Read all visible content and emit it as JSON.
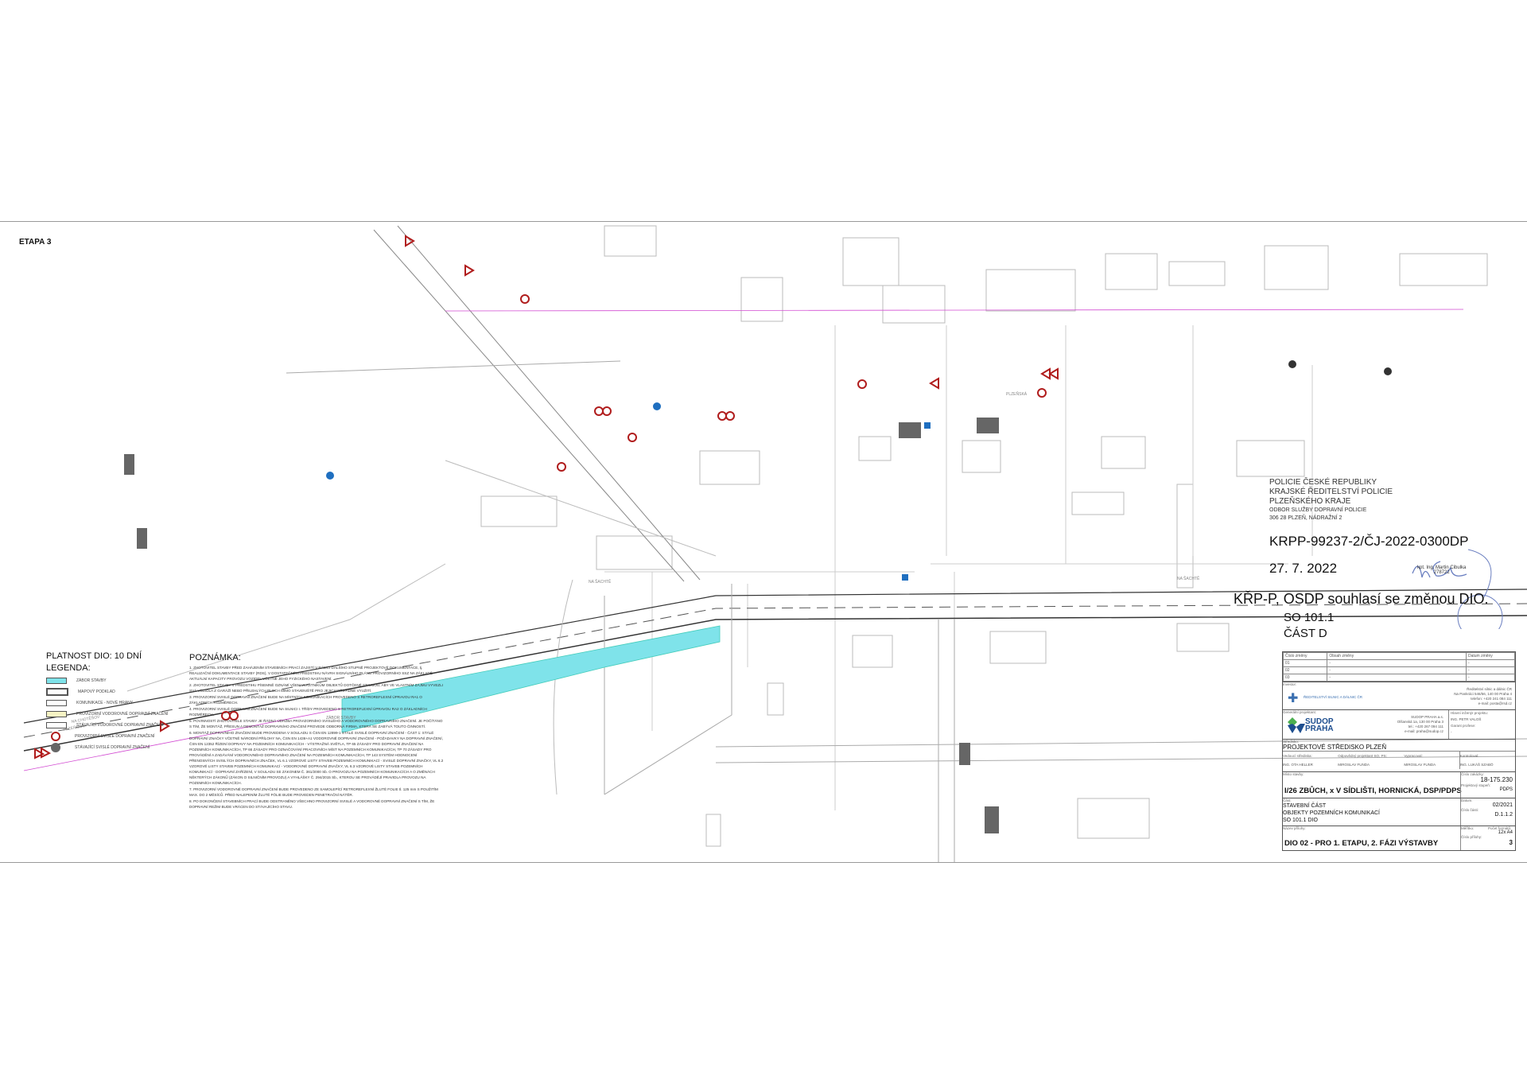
{
  "sheet": {
    "etapa": "ETAPA 3"
  },
  "map": {
    "roads": [
      "PLZEŇSKÁ",
      "NA CHOTĚŠOV",
      "NA ŠACHTĚ",
      "NA ŠACHTĚ",
      "ZÁBOR STAVBY"
    ],
    "colors": {
      "zabor": "#7fe3ea",
      "sign_red": "#b01c1c",
      "dim": "#d24bd2",
      "blue": "#1f6fc0"
    }
  },
  "legend": {
    "validity": "PLATNOST DIO:  10 DNÍ",
    "title": "LEGENDA:",
    "items": [
      "ZÁBOR STAVBY",
      "MAPOVÝ PODKLAD",
      "KOMUNIKACE - NOVÉ HRANY",
      "PROVIZORNÍ VODOROVNÉ DOPRAVNÍ ZNAČENÍ",
      "STÁVAJÍCÍ VODOROVNÉ DOPRAVNÍ ZNAČENÍ",
      "PROVIZORNÍ SVISLÉ DOPRAVNÍ ZNAČENÍ",
      "STÁVAJÍCÍ SVISLÉ DOPRAVNÍ ZNAČENÍ"
    ]
  },
  "notes": {
    "title": "POZNÁMKA:",
    "items": [
      "1. ZHOTOVITEL STAVBY PŘED ZAHÁJENÍM STAVEBNÍCH PRACÍ ZAJISTÍ V RÁMCI DALŠÍHO STUPNĚ PROJEKTOVÉ DOKUMENTACE, tj. REALIZAČNÍ DOKUMENTACE STAVBY (RDS), V DOSTATEČNÉM PŘEDSTIHU NÁVRH SIGNÁLNÍHO PLÁNU PROVIZORNÍHO SSZ NA ZÁKLADĚ AKTUÁLNÍ KAPACITY PROVOZU VOZIDEL VČETNĚ JEHO FYZICKÉHO NASTAVENÍ.",
      "2. ZHOTOVITEL STAVBY V PŘEDSTIHU PÍSEMNĚ OZNÁMÍ VŠEM VLASTNÍKŮM OBJEKTŮ DOTČENÉ STAVBOU, ABY VE VLASTNÍM ZÁJMU VYVEZLI SVÁ VOZIDLA Z GARÁŽÍ NEBO PŘILEHLÝCH PLOCH MIMO STAVENIŠTĚ PRO JEJICH PŘÍPADNÉ VYUŽITÍ.",
      "3. PROVIZORNÍ SVISLÉ DOPRAVNÍ ZNAČENÍ BUDE NA MÍSTNÍCH KOMUNIKACÍCH PROVEDENO S RETROREFLEXNÍ ÚPRAVOU RA1 O ZÁKLADNÍCH ROZMĚRECH.",
      "4. PROVIZORNÍ SVISLÉ DOPRAVNÍ ZNAČENÍ BUDE NA SILNICI I. TŘÍDY PROVEDENO S RETROREFLEXNÍ ÚPRAVOU RA2 O ZÁKLADNÍCH ROZMĚRECH.",
      "5. POVINNOSTÍ ZHOTOVITELE STAVBY JE ŘÁDNÁ ÚDRŽBA PROVIZORNÍHO SVISLÉHO A VODOROVNÉHO DOPRAVNÍHO ZNAČENÍ. JE POČÍTÁNO S TÍM, ŽE MONTÁŽ, PŘESUN A DEMONTÁŽ DOPRAVNÍHO ZNAČENÍ PROVEDE ODBORNÁ FIRMA, KTERÁ SE ZABÝVÁ TOUTO ČINNOSTÍ.",
      "6. MONTÁŽ DOPRAVNÍHO ZNAČENÍ BUDE PROVEDENA V SOULADU S ČSN EN 12899-1 STÁLÉ SVISLÉ DOPRAVNÍ ZNAČENÍ - ČÁST 1: STÁLÉ DOPRAVNÍ ZNAČKY VČETNĚ NÁRODNÍ PŘÍLOHY NA, ČSN EN 1436+A1 VODOROVNÉ DOPRAVNÍ ZNAČENÍ - POŽADAVKY NA DOPRAVNÍ ZNAČENÍ, ČSN EN 12352 ŘÍZENÍ DOPRAVY NA POZEMNÍCH KOMUNIKACÍCH - VÝSTRAŽNÁ SVĚTLA, TP 65 ZÁSADY PRO DOPRAVNÍ ZNAČENÍ NA POZEMNÍCH KOMUNIKACÍCH, TP 66 ZÁSADY PRO OZNAČOVÁNÍ PRACOVNÍCH MÍST NA POZEMNÍCH KOMUNIKACÍCH, TP 70 ZÁSADY PRO PROVÁDĚNÍ A ZADÁVÁNÍ VODOROVNÉHO DOPRAVNÍHO ZNAČENÍ NA POZEMNÍCH KOMUNIKACÍCH, TP 143 SYSTÉM HODNOCENÍ PŘENOSNÝCH SVISLÝCH DOPRAVNÍCH ZNAČEK, VL 6.1 VZOROVÉ LISTY STAVEB POZEMNÍCH KOMUNIKACÍ - SVISLÉ DOPRAVNÍ ZNAČKY, VL 6.2 VZOROVÉ LISTY STAVEB POZEMNÍCH KOMUNIKACÍ - VODOROVNÉ DOPRAVNÍ ZNAČKY, VL 6.3 VZOROVÉ LISTY STAVEB POZEMNÍCH KOMUNIKACÍ - DOPRAVNÍ ZAŘÍZENÍ, V SOULADU SE ZÁKONEM Č. 361/2000 Sb. O PROVOZU NA POZEMNÍCH KOMUNIKACÍCH A O ZMĚNÁCH NĚKTERÝCH ZÁKONŮ (ZÁKON O SILNIČNÍM PROVOZU) A VYHLÁŠKY Č. 294/2015 Sb., KTEROU SE PROVÁDĚJÍ PRAVIDLA PROVOZU NA POZEMNÍCH KOMUNIKACÍCH.",
      "7. PROVIZORNÍ VODOROVNÉ DOPRAVNÍ ZNAČENÍ BUDE PROVEDENO ZE SAMOLEPÍCÍ RETROREFLEXNÍ ŽLUTÉ FOLIE tl. 125 mm S POUŽITÍM MAX. DO 2 MĚSÍCŮ. PŘED NALEPENÍM ŽLUTÉ FÓLIE BUDE PROVEDEN PENETRAČNÍ NÁTĚR.",
      "8. PO DOKONČENÍ STAVEBNÍCH PRACÍ BUDE ODSTRANĚNO VŠECHNO PROVIZORNÍ SVISLÉ A VODOROVNÉ DOPRAVNÍ ZNAČENÍ S TÍM, ŽE DOPRAVNÍ REŽIM BUDE VRÁCEN DO STÁVAJÍCÍHO STAVU."
    ]
  },
  "stamp": {
    "org": [
      "POLICIE ČESKÉ REPUBLIKY",
      "KRAJSKÉ ŘEDITELSTVÍ POLICIE",
      "PLZEŇSKÉHO KRAJE"
    ],
    "dept": [
      "ODBOR SLUŽBY DOPRAVNÍ POLICIE",
      "306 28 PLZEŇ, NÁDRAŽNÍ 2"
    ],
    "ref": "KRPP-99237-2/ČJ-2022-0300DP",
    "date": "27. 7. 2022",
    "signer": "kpt. Ing. Martin Cibulka",
    "signer_id": "278722",
    "agree": "KŘP-P, OSDP souhlasí se změnou DIO.",
    "so": "SO 101.1",
    "cast": "ČÁST  D"
  },
  "titleblock": {
    "rev_headers": [
      "Číslo změny",
      "Obsah změny",
      "Datum změny"
    ],
    "revs": [
      [
        "01",
        "-",
        "-"
      ],
      [
        "02",
        "-",
        "-"
      ],
      [
        "03",
        "-",
        "-"
      ]
    ],
    "investor_label": "Investor:",
    "investor": "ŘEDITELSTVÍ SILNIC A DÁLNIC ČR",
    "investor_addr": [
      "Ředitelství silnic a dálnic ČR",
      "Na Pankráci 546/56, 140 00 Praha 4",
      "telefon: +420 241 084 111",
      "e-mail: posta@rsd.cz"
    ],
    "designer_label": "Generální projektant:",
    "designer_logo": [
      "SUDOP",
      "PRAHA"
    ],
    "designer_addr": [
      "SUDOP PRAHA a.s.",
      "Olšanská 1a, 130 00 Praha 3",
      "tel.: +420 267 094 111",
      "e-mail: praha@sudop.cz"
    ],
    "chief_label": "Hlavní inženýr projektu:",
    "chief": "ING. PETR VALOŠ",
    "kontrola_label": "Garant profese:",
    "kontrola": "-",
    "centre_label": "Středisko:",
    "centre": "PROJEKTOVÉ STŘEDISKO PLZEŇ",
    "people": [
      [
        "Vedoucí střediska:",
        "ING. OTA HELLER"
      ],
      [
        "Odpovědný projektant SO, PS:",
        "MIROSLAV FUNDA"
      ],
      [
        "Vypracoval:",
        "MIROSLAV FUNDA"
      ],
      [
        "Kontroloval:",
        "ING. LUKÁŠ SZABÓ"
      ]
    ],
    "place_label": "Místo stavby:",
    "place": "I/26 ZBŮCH, x V SÍDLIŠTI, HORNICKÁ, DSP/PDPS",
    "contract_label": "Číslo zakázky:",
    "contract": "18-175.230",
    "stage_label": "Projektový stupeň:",
    "stage": "PDPS",
    "part_label": "Část:",
    "part": [
      "STAVEBNÍ ČÁST",
      "OBJEKTY POZEMNÍCH KOMUNIKACÍ",
      "SO 101.1 DIO"
    ],
    "date_label": "Datum:",
    "date": "02/2021",
    "partno_label": "Číslo části:",
    "partno": "D.1.1.2",
    "name_label": "Název přílohy:",
    "name": "DIO 02 - PRO 1. ETAPU, 2. FÁZI VÝSTAVBY",
    "scale_label": "Měřítko:",
    "format_label": "Počet formátů:",
    "format": "12x A4",
    "no_label": "Číslo přílohy:",
    "no": "3"
  }
}
